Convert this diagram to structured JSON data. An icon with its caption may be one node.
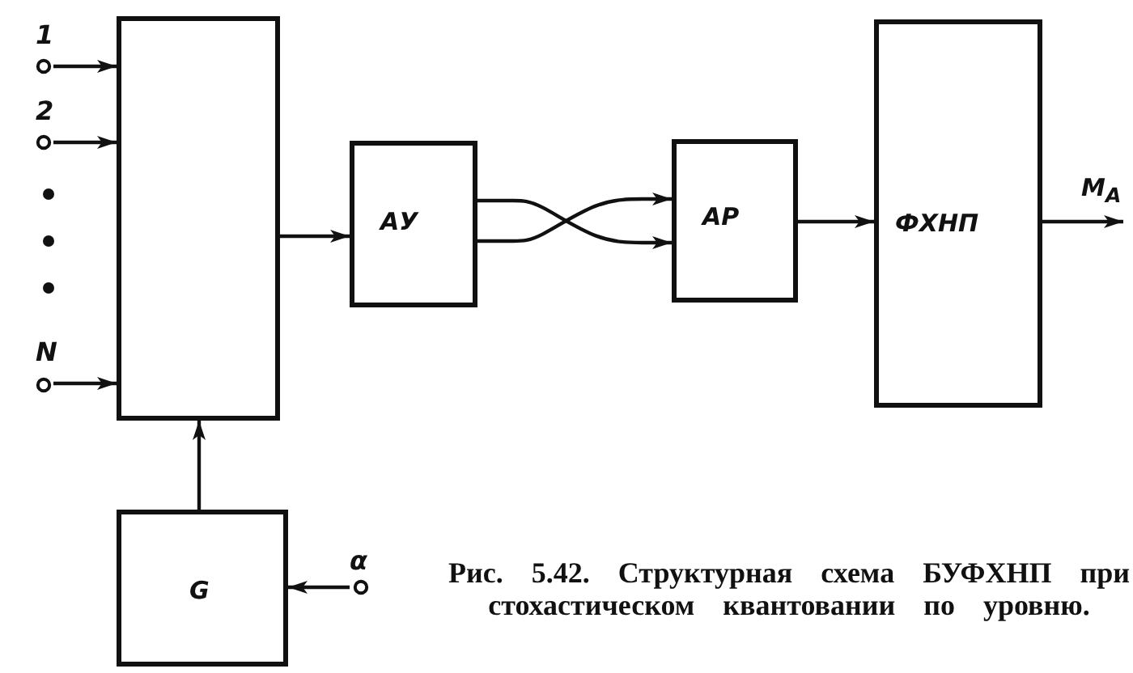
{
  "diagram": {
    "caption": "Рис. 5.42. Структурная схема БУФХНП при стохастическом квантовании по уровню.",
    "nodes": [
      {
        "text": [],
        "shape": "box"
      },
      {
        "text": [
          "АУ"
        ]
      },
      {
        "text": [
          "АР"
        ]
      },
      {
        "text": [
          "ФХНП"
        ]
      },
      {
        "text": [
          "G"
        ]
      },
      {
        "text": [
          "1"
        ]
      },
      {
        "text": [
          "2"
        ]
      },
      {
        "text": [
          "N"
        ]
      },
      {
        "text": [
          "α"
        ]
      }
    ],
    "edges": [
      {
        "from": 5,
        "to": 0,
        "arrow": "to"
      },
      {
        "from": 6,
        "to": 0,
        "arrow": "to"
      },
      {
        "from": 7,
        "to": 0,
        "arrow": "to"
      },
      {
        "from": 0,
        "to": 1,
        "arrow": "to"
      },
      {
        "from": 1,
        "to": 2,
        "arrow": "to"
      },
      {
        "from": 1,
        "to": 2,
        "arrow": "to"
      },
      {
        "from": 2,
        "to": 3,
        "arrow": "to"
      },
      {
        "from": 3,
        "to": null,
        "arrow": "to",
        "label": "M$_{A}$"
      },
      {
        "from": 4,
        "to": 0,
        "arrow": "to"
      },
      {
        "from": 8,
        "to": 4,
        "arrow": "to"
      }
    ]
  }
}
